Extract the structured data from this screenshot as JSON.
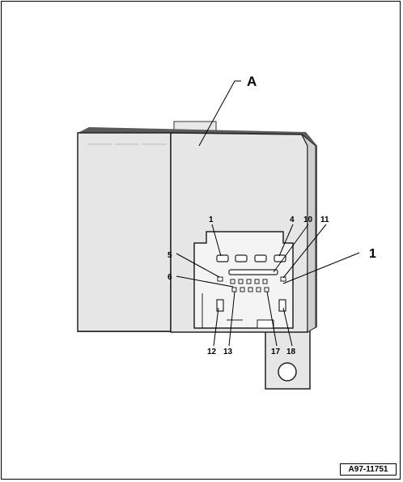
{
  "labels": {
    "A": "A",
    "one": "1",
    "pins": {
      "p1": "1",
      "p4": "4",
      "p10": "10",
      "p11": "11",
      "p5": "5",
      "p6": "6",
      "p12": "12",
      "p13": "13",
      "p17": "17",
      "p18": "18"
    }
  },
  "figure_ref": "A97-11751",
  "colors": {
    "body_fill": "#e6e6e6",
    "body_shade": "#d0d0d0",
    "outline": "#222222",
    "shadow": "#555555"
  }
}
